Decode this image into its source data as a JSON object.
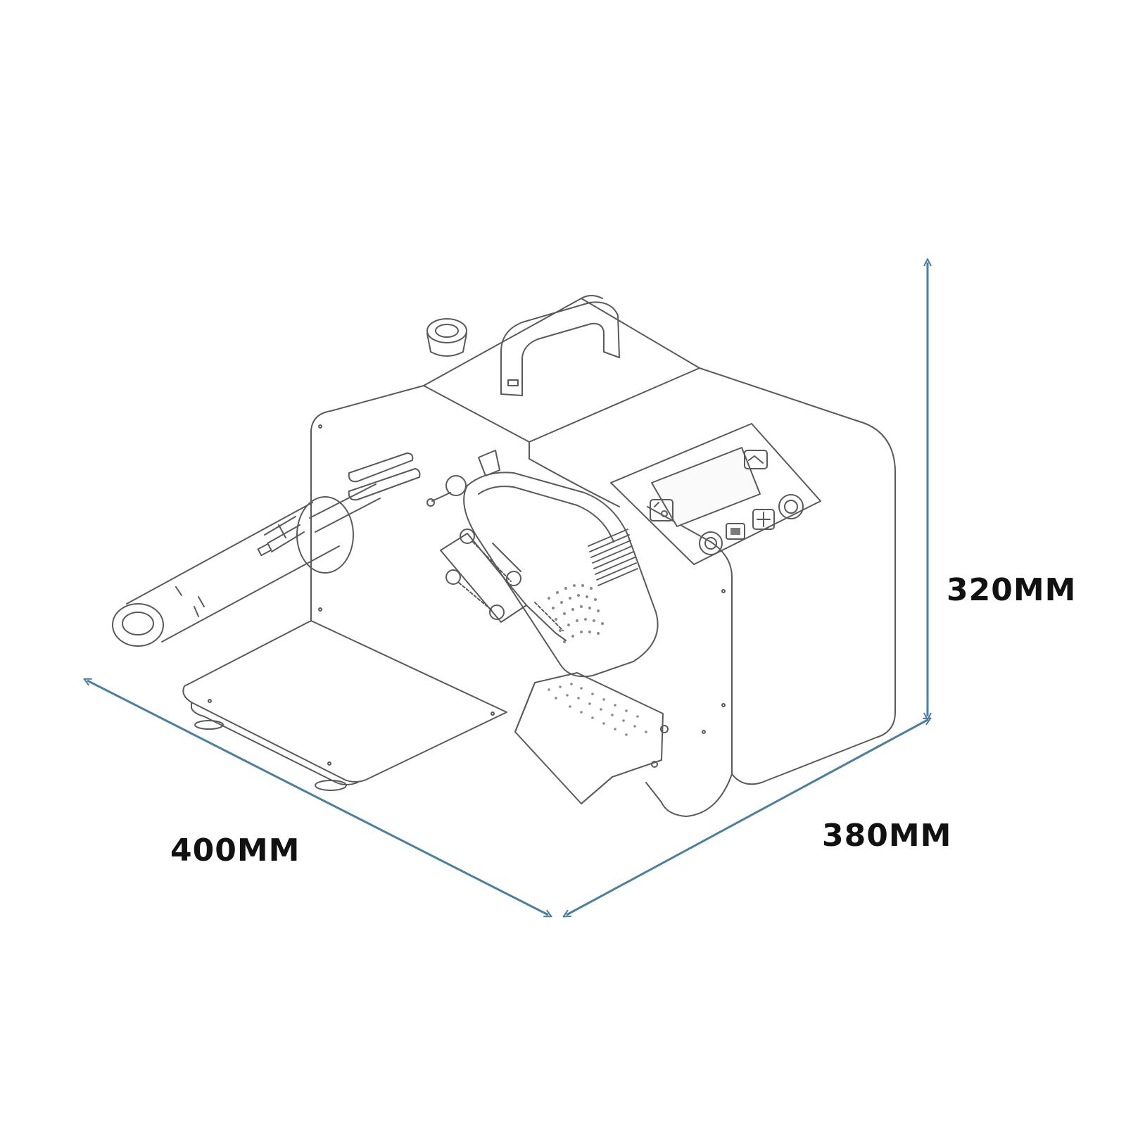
{
  "dimensions": {
    "width_label": "400MM",
    "depth_label": "380MM",
    "height_label": "320MM"
  },
  "colors": {
    "dimension_line": "#4a7fa0",
    "machine_outline": "#5a5a5a",
    "label_text": "#111111"
  },
  "icons": [
    "power-icon",
    "menu-icon",
    "manual-icon",
    "settings-icon",
    "pressure-icon",
    "control-icon"
  ]
}
